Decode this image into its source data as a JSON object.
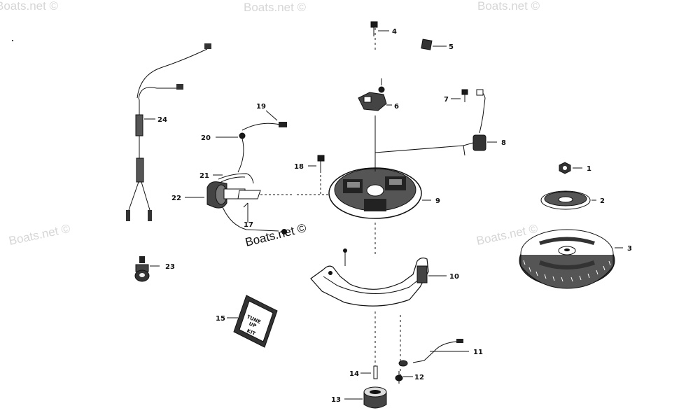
{
  "watermark": "Boats.net ©",
  "watermark_center": "Boats.net ©",
  "kit_label": [
    "TUNE",
    "UP",
    "KIT"
  ],
  "callouts": [
    {
      "id": "c1",
      "text": "1"
    },
    {
      "id": "c2",
      "text": "2"
    },
    {
      "id": "c3",
      "text": "3"
    },
    {
      "id": "c4",
      "text": "4"
    },
    {
      "id": "c5",
      "text": "5"
    },
    {
      "id": "c6",
      "text": "6"
    },
    {
      "id": "c7",
      "text": "7"
    },
    {
      "id": "c8",
      "text": "8"
    },
    {
      "id": "c9",
      "text": "9"
    },
    {
      "id": "c10",
      "text": "10"
    },
    {
      "id": "c11",
      "text": "11"
    },
    {
      "id": "c12",
      "text": "12"
    },
    {
      "id": "c13",
      "text": "13"
    },
    {
      "id": "c14",
      "text": "14"
    },
    {
      "id": "c15",
      "text": "15"
    },
    {
      "id": "c17",
      "text": "17"
    },
    {
      "id": "c18",
      "text": "18"
    },
    {
      "id": "c19",
      "text": "19"
    },
    {
      "id": "c20",
      "text": "20"
    },
    {
      "id": "c21",
      "text": "21"
    },
    {
      "id": "c22",
      "text": "22"
    },
    {
      "id": "c23",
      "text": "23"
    },
    {
      "id": "c24",
      "text": "24"
    }
  ]
}
